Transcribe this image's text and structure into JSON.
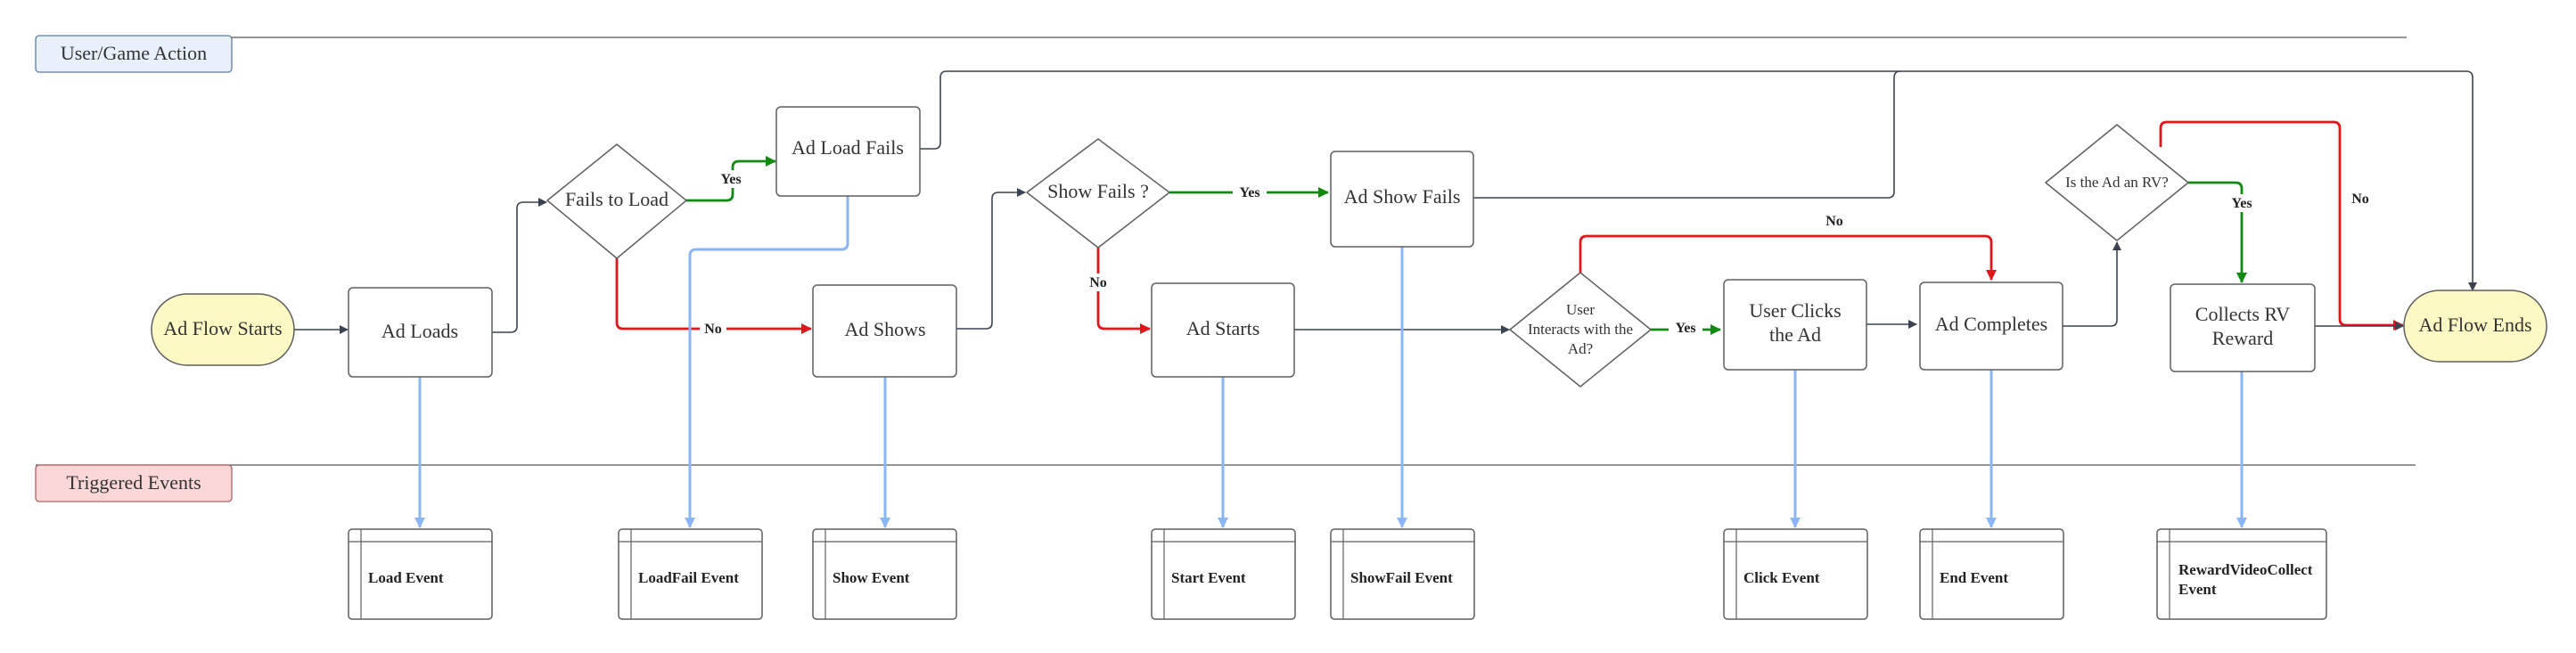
{
  "lanes": {
    "user_action": "User/Game Action",
    "triggered_events": "Triggered Events"
  },
  "nodes": {
    "ad_flow_starts": "Ad Flow Starts",
    "ad_loads": "Ad Loads",
    "fails_to_load": "Fails to Load",
    "ad_load_fails": "Ad Load Fails",
    "ad_shows": "Ad Shows",
    "show_fails": "Show Fails ?",
    "ad_show_fails": "Ad Show Fails",
    "ad_starts": "Ad Starts",
    "user_interacts": [
      "User",
      "Interacts with the",
      "Ad?"
    ],
    "user_clicks": [
      "User Clicks",
      "the Ad"
    ],
    "ad_completes": "Ad Completes",
    "is_rv": "Is the Ad an RV?",
    "collects_rv": [
      "Collects RV",
      "Reward"
    ],
    "ad_flow_ends": "Ad Flow Ends"
  },
  "events": {
    "load": "Load Event",
    "load_fail": "LoadFail Event",
    "show": "Show Event",
    "start": "Start Event",
    "show_fail": "ShowFail Event",
    "click": "Click Event",
    "end": "End Event",
    "reward": [
      "RewardVideoCollect",
      "Event"
    ]
  },
  "edge_labels": {
    "fails_to_load_yes": "Yes",
    "fails_to_load_no": "No",
    "show_fails_yes": "Yes",
    "show_fails_no": "No",
    "interacts_yes": "Yes",
    "interacts_no": "No",
    "is_rv_yes": "Yes",
    "is_rv_no": "No"
  },
  "colors": {
    "lane_action_fill": "#e8f1fb",
    "lane_events_fill": "#fbd7d7",
    "terminal_fill": "#fdf9c4",
    "yes_edge": "#118a11",
    "no_edge": "#e0161c",
    "event_edge": "#8ab6f7",
    "flow_edge": "#3c4350"
  }
}
